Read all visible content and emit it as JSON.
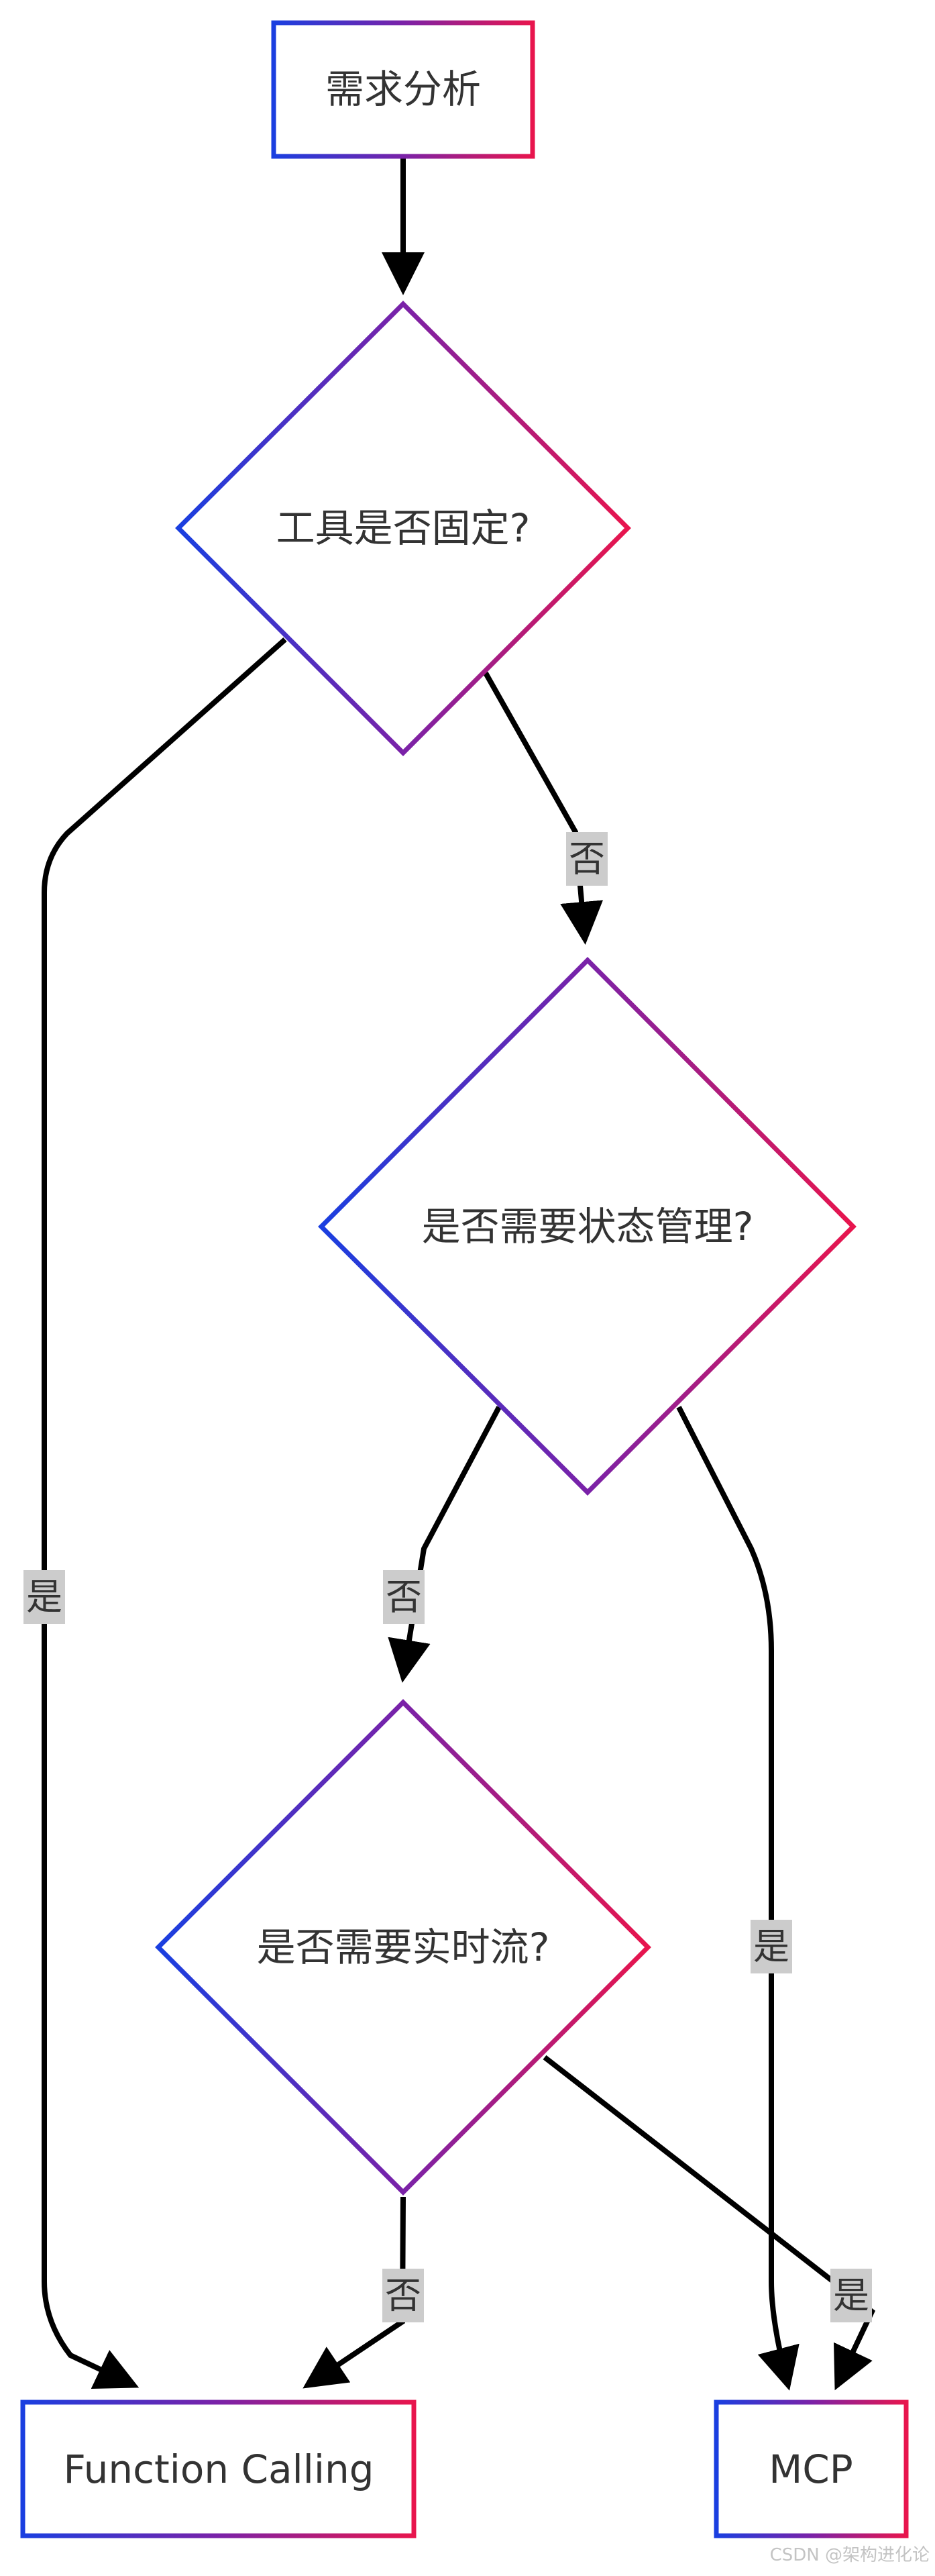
{
  "nodes": {
    "requirement_analysis": "需求分析",
    "tools_fixed_question": "工具是否固定?",
    "state_management_question": "是否需要状态管理?",
    "realtime_stream_question": "是否需要实时流?",
    "function_calling": "Function Calling",
    "mcp": "MCP"
  },
  "edge_labels": {
    "tools_fixed_no": "否",
    "tools_fixed_yes": "是",
    "state_management_no": "否",
    "state_management_yes": "是",
    "realtime_stream_no": "否",
    "realtime_stream_yes": "是"
  },
  "watermark": "CSDN @架构进化论",
  "colors": {
    "gradient_start": "#1a3fe0",
    "gradient_mid": "#7a22a8",
    "gradient_end": "#e8154d",
    "edge": "#000000",
    "label_background": "#cccccc",
    "text": "#333333"
  }
}
